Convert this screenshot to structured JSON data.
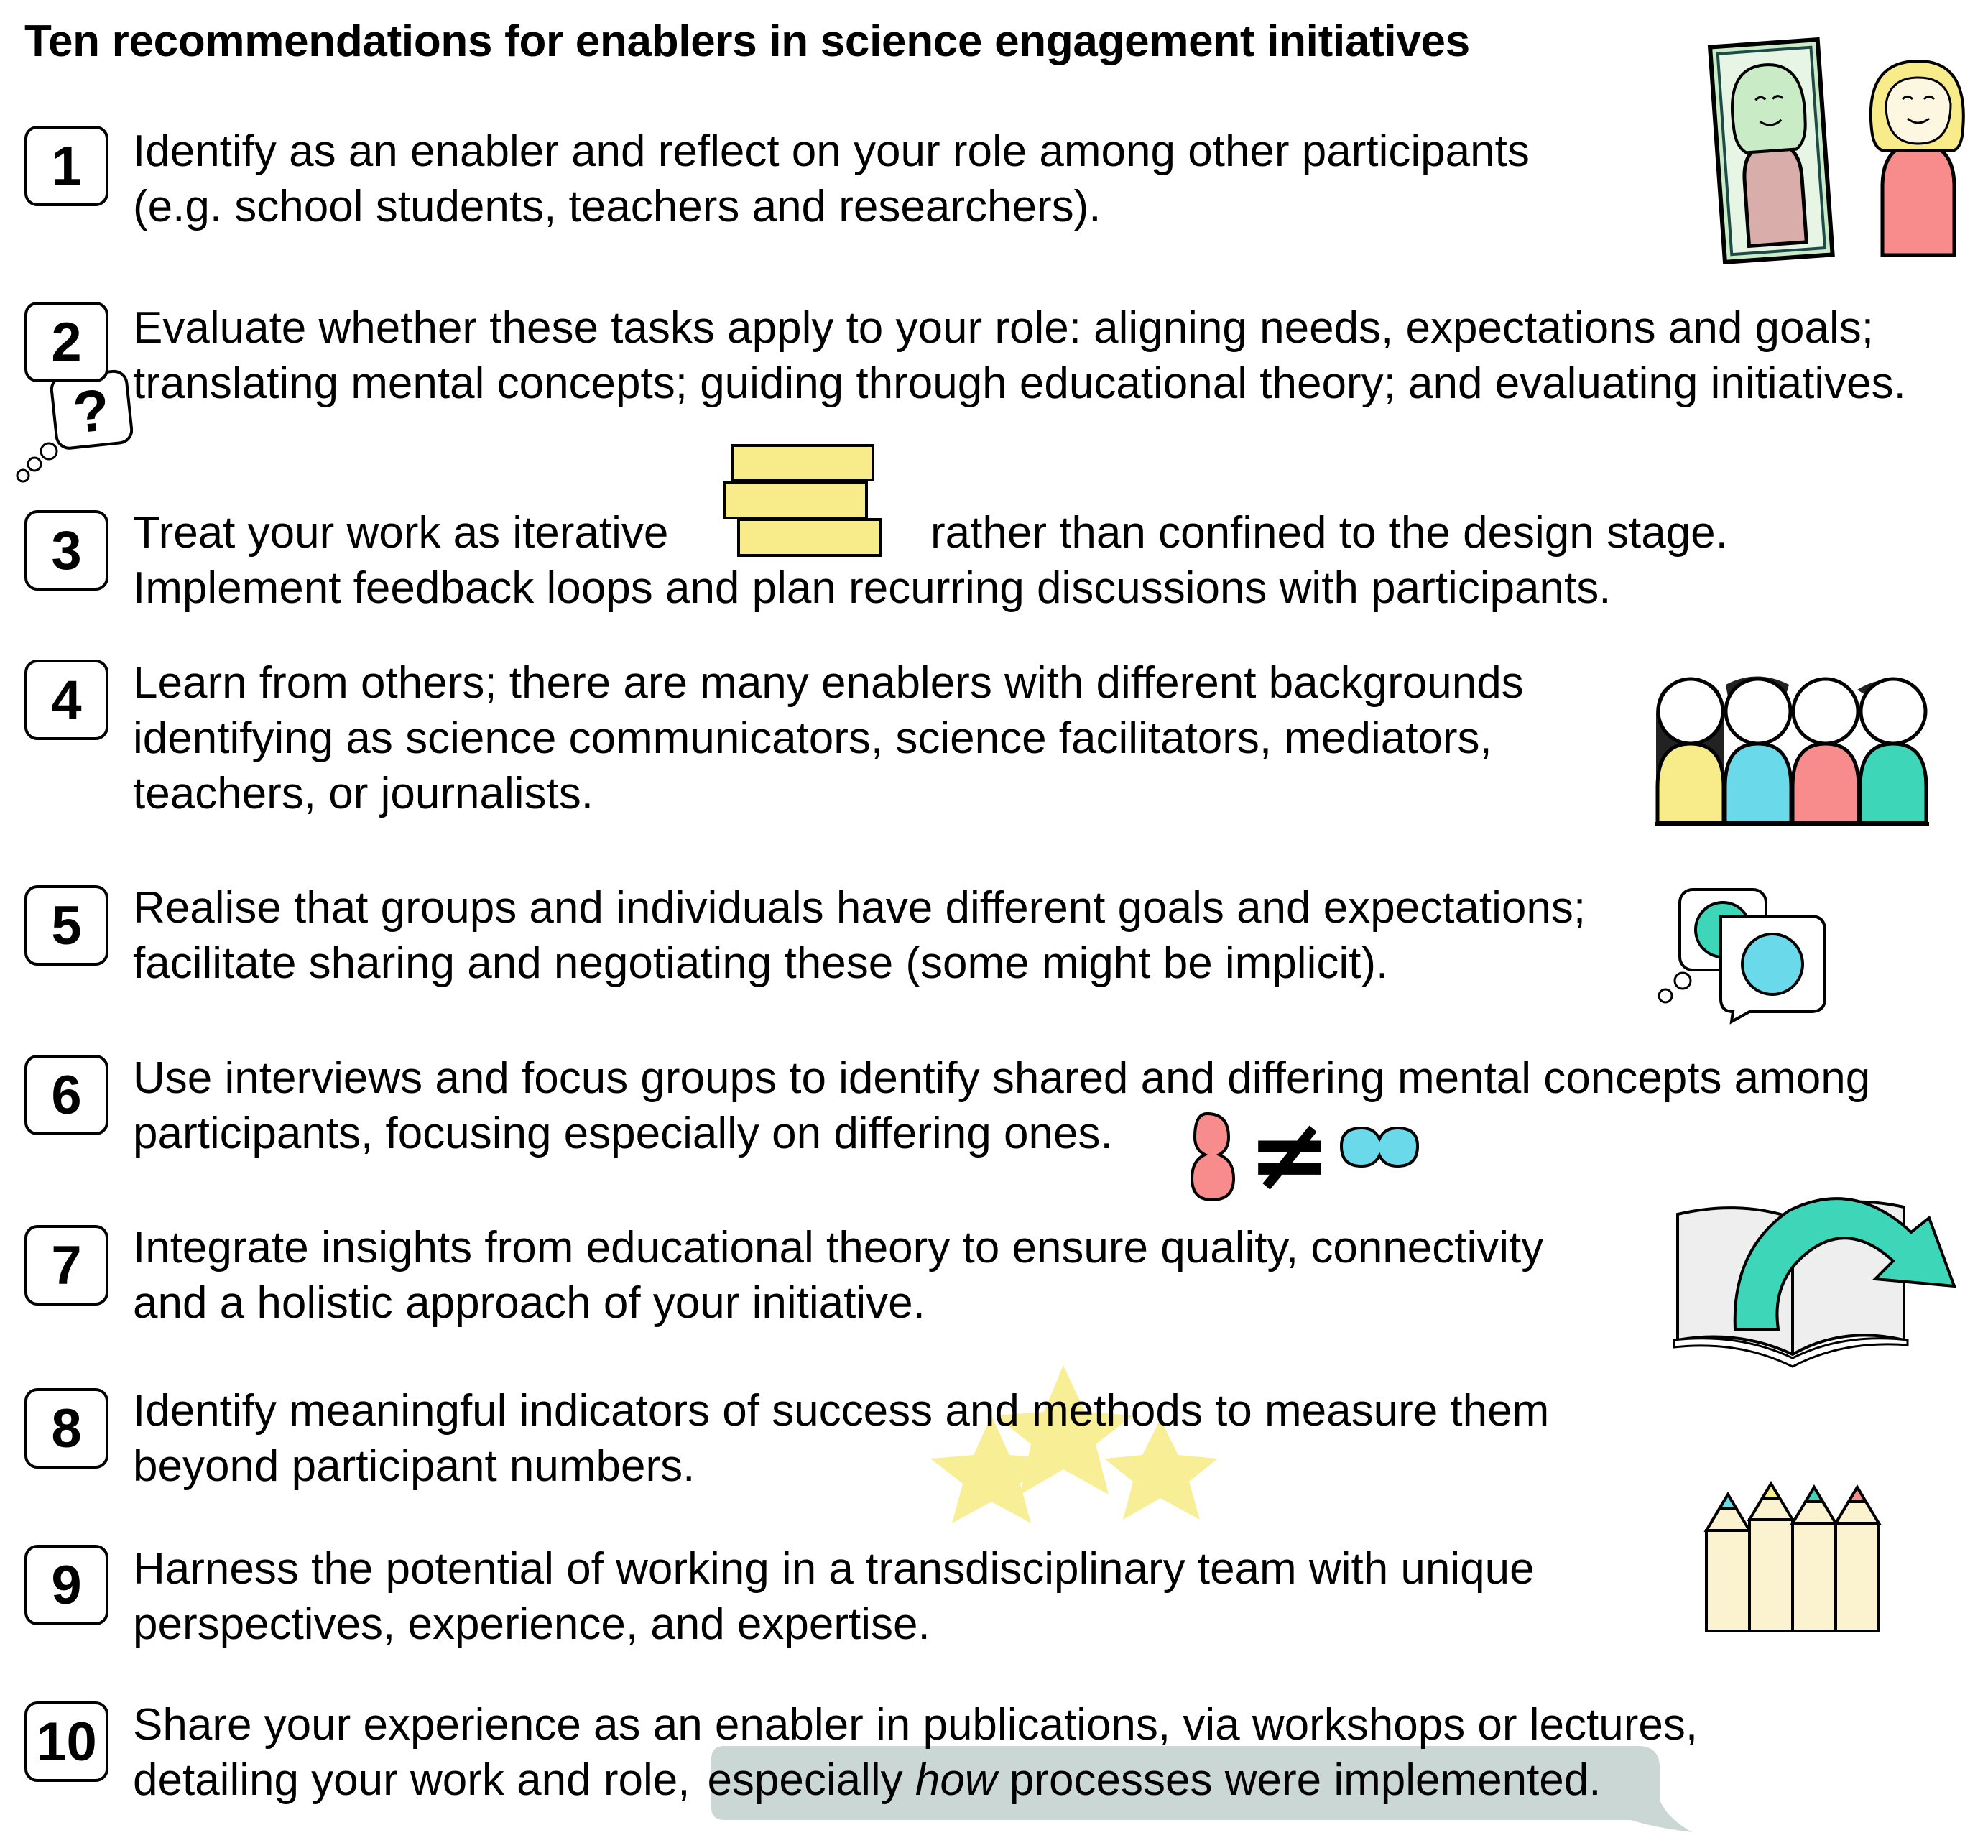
{
  "title": "Ten recommendations for enablers in science engagement initiatives",
  "items": [
    {
      "number": "1",
      "lines": [
        "Identify as an enabler and reflect on your role among other participants",
        "(e.g. school students, teachers and researchers)."
      ]
    },
    {
      "number": "2",
      "lines": [
        "Evaluate whether these tasks apply to your role: aligning needs, expectations and goals;",
        "translating mental concepts; guiding through educational theory; and evaluating initiatives."
      ]
    },
    {
      "number": "3",
      "line1_before": "Treat your work as iterative",
      "line1_after": "rather than confined to the design stage.",
      "lines": [
        "Implement feedback loops and plan recurring discussions with participants."
      ]
    },
    {
      "number": "4",
      "lines": [
        "Learn from others; there are many enablers with different backgrounds",
        "identifying as science communicators, science facilitators, mediators,",
        "teachers, or journalists."
      ]
    },
    {
      "number": "5",
      "lines": [
        "Realise that groups and individuals have different goals and expectations;",
        "facilitate sharing and negotiating these (some might be implicit)."
      ]
    },
    {
      "number": "6",
      "lines": [
        "Use interviews and focus groups to identify shared and differing mental concepts among",
        "participants, focusing especially on differing ones."
      ]
    },
    {
      "number": "7",
      "lines": [
        "Integrate insights from educational theory to ensure quality, connectivity",
        "and a holistic approach of your initiative."
      ]
    },
    {
      "number": "8",
      "lines": [
        "Identify meaningful indicators of success and methods to measure them",
        "beyond participant numbers."
      ]
    },
    {
      "number": "9",
      "lines": [
        "Harness the potential of working in a transdisciplinary team with unique",
        "perspectives, experience, and expertise."
      ]
    },
    {
      "number": "10",
      "lines": [
        "Share your experience as an enabler in publications, via workshops or lectures,"
      ],
      "line2_before": "detailing your work and role,",
      "line2_hl_a": "especially",
      "line2_hl_em": "how",
      "line2_hl_b": "processes were implemented."
    }
  ],
  "symbols": {
    "question": "?",
    "not_equal": "≠"
  },
  "colors": {
    "yellow": "#f8eb8a",
    "pink": "#f88b8b",
    "teal": "#3dd6b9",
    "cyan": "#6ad9ea",
    "mint": "#c9ecc6",
    "mauve": "#d9aeaa",
    "paper": "#eeeeee",
    "highlight": "#cbd7d4",
    "star": "#f8ee96",
    "pencil_body": "#fbf3cf"
  },
  "icons": [
    "mirror-person-icon",
    "person-icon",
    "thought-bubble-question-icon",
    "stacked-sticky-notes-icon",
    "group-of-people-icon",
    "speech-bubbles-icon",
    "not-equal-concepts-icon",
    "open-book-arrow-icon",
    "stars-icon",
    "pencils-icon",
    "speech-highlight-icon"
  ]
}
